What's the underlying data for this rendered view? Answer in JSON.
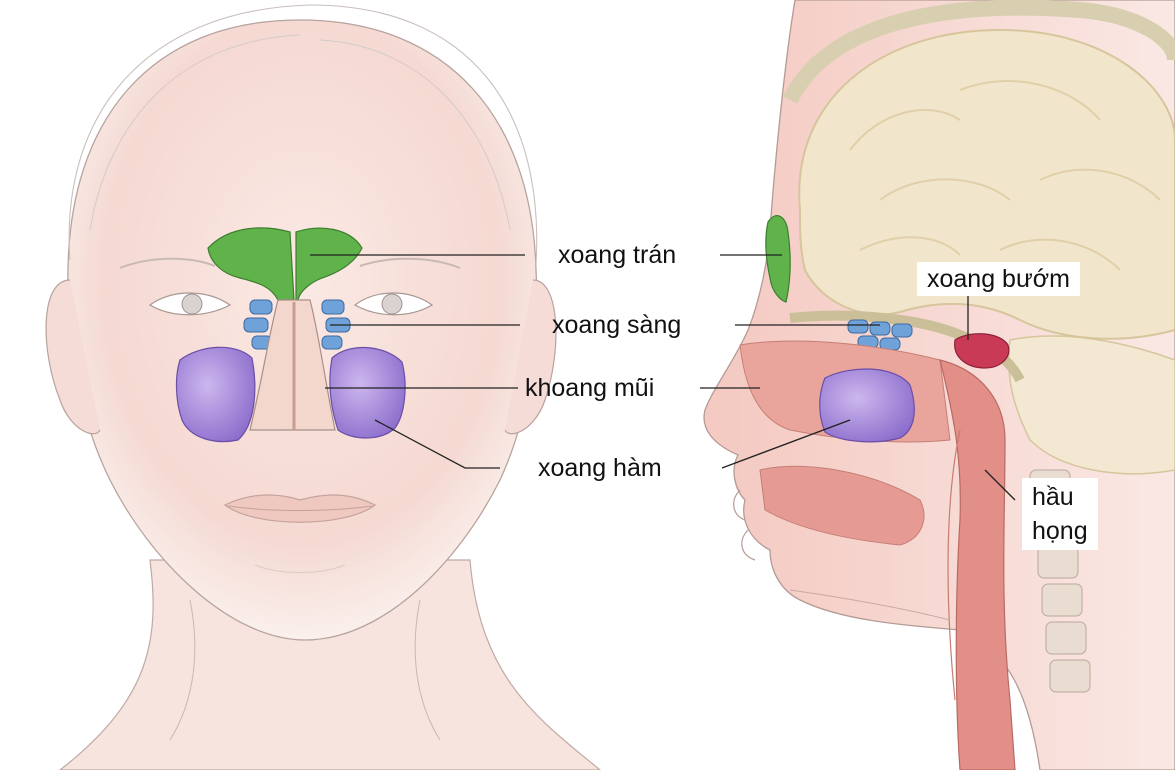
{
  "labels": {
    "frontal": "xoang trán",
    "ethmoid": "xoang sàng",
    "nasal_cavity": "khoang mũi",
    "maxillary": "xoang hàm",
    "sphenoid": "xoang bướm",
    "pharynx_line1": "hầu",
    "pharynx_line2": "họng"
  },
  "colors": {
    "frontal": "#5fb34a",
    "ethmoid": "#6fa2d8",
    "maxillary": "#9b7bd4",
    "sphenoid": "#c83a55",
    "skin": "#f6dcd6",
    "tissue": "#e59a94",
    "brain": "#f1e6cc"
  }
}
